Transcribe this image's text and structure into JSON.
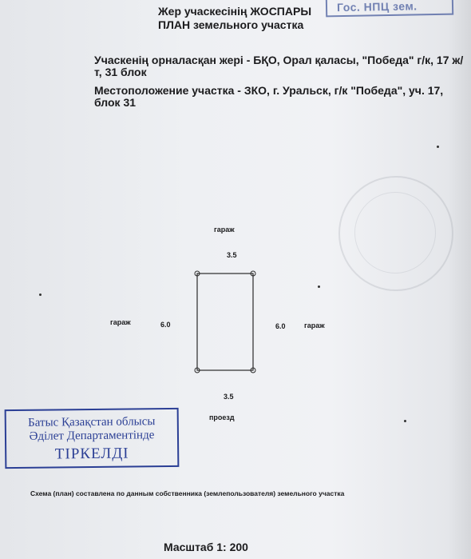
{
  "header": {
    "title_kz": "Жер учаскесінің ЖОСПАРЫ",
    "title_ru": "ПЛАН земельного участка",
    "top_stamp": "Гос. НПЦ зем."
  },
  "location": {
    "kz": "Учаскенің орналасқан жері - БҚО, Орал қаласы, \"Победа\" г/к, 17 ж/т, 31 блок",
    "ru": "Местоположение участка - ЗКО, г. Уральск, г/к \"Победа\", уч. 17, блок 31"
  },
  "plan": {
    "top_neighbor": "гараж",
    "left_neighbor": "гараж",
    "right_neighbor": "гараж",
    "bottom_neighbor": "проезд",
    "top_length": "3.5",
    "bottom_length": "3.5",
    "left_length": "6.0",
    "right_length": "6.0"
  },
  "registration_stamp": {
    "line1": "Батыс Қазақстан облысы",
    "line2": "Әділет Департаментінде",
    "line3": "ТІРКЕЛДІ"
  },
  "note": "Схема (план) составлена по данным собственника (землепользователя) земельного участка",
  "scale": "Масштаб 1: 200"
}
